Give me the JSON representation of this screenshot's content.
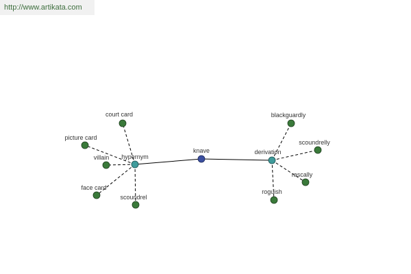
{
  "source_url": "http://www.artikata.com",
  "colors": {
    "center_node": "#3b4fa0",
    "hub_node": "#3f9b9b",
    "leaf_node": "#3a7a3a",
    "node_stroke": "#1e3e1e"
  },
  "nodes": {
    "knave": "knave",
    "hypernym": "hypernym",
    "derivation": "derivation",
    "court_card": "court card",
    "picture_card": "picture card",
    "villain": "villain",
    "face_card": "face card",
    "scoundrel": "scoundrel",
    "blackguardly": "blackguardly",
    "scoundrelly": "scoundrelly",
    "rascally": "rascally",
    "roguish": "roguish"
  }
}
